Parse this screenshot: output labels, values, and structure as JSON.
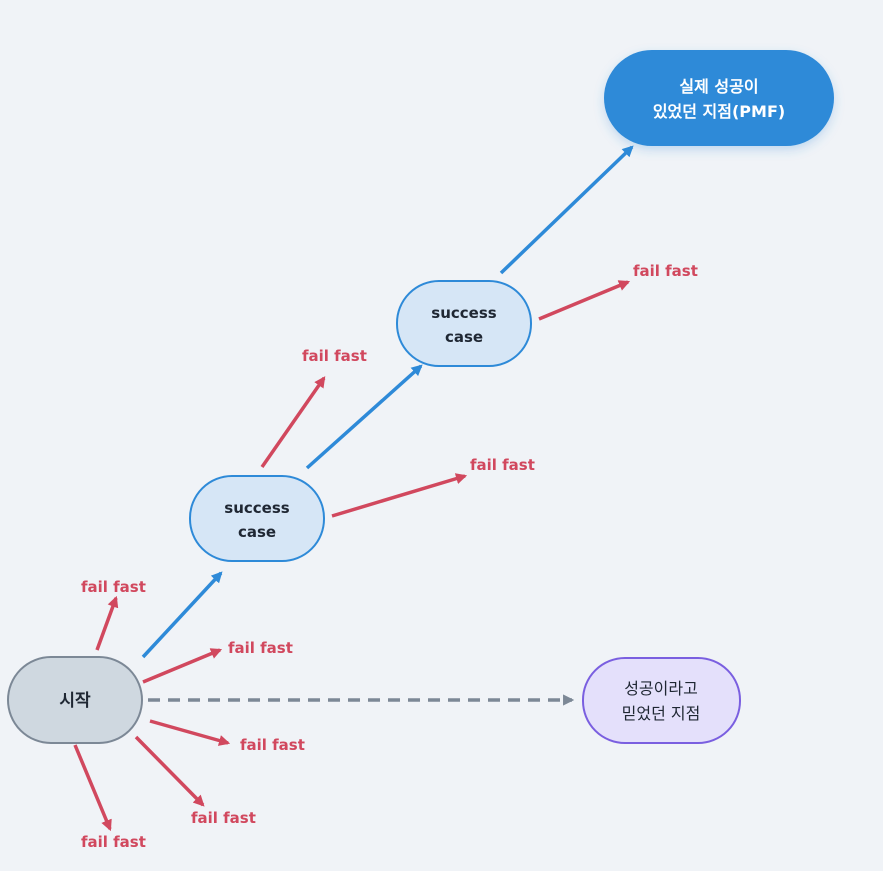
{
  "nodes": {
    "start": {
      "label": "시작"
    },
    "success_case_1": {
      "line1": "success",
      "line2": "case"
    },
    "success_case_2": {
      "line1": "success",
      "line2": "case"
    },
    "pmf": {
      "line1": "실제 성공이",
      "line2": "있었던 지점(PMF)"
    },
    "believed": {
      "line1": "성공이라고",
      "line2": "믿었던 지점"
    }
  },
  "fail_label": "fail fast",
  "colors": {
    "fail": "#d1485e",
    "success": "#2e8ad8",
    "dashed": "#7c8896",
    "start_fill": "#cfd8e0",
    "success_fill": "#d6e6f6",
    "pmf_fill": "#2e8ad8",
    "believed_fill": "#e4e0fb",
    "believed_stroke": "#7a5fe0"
  }
}
